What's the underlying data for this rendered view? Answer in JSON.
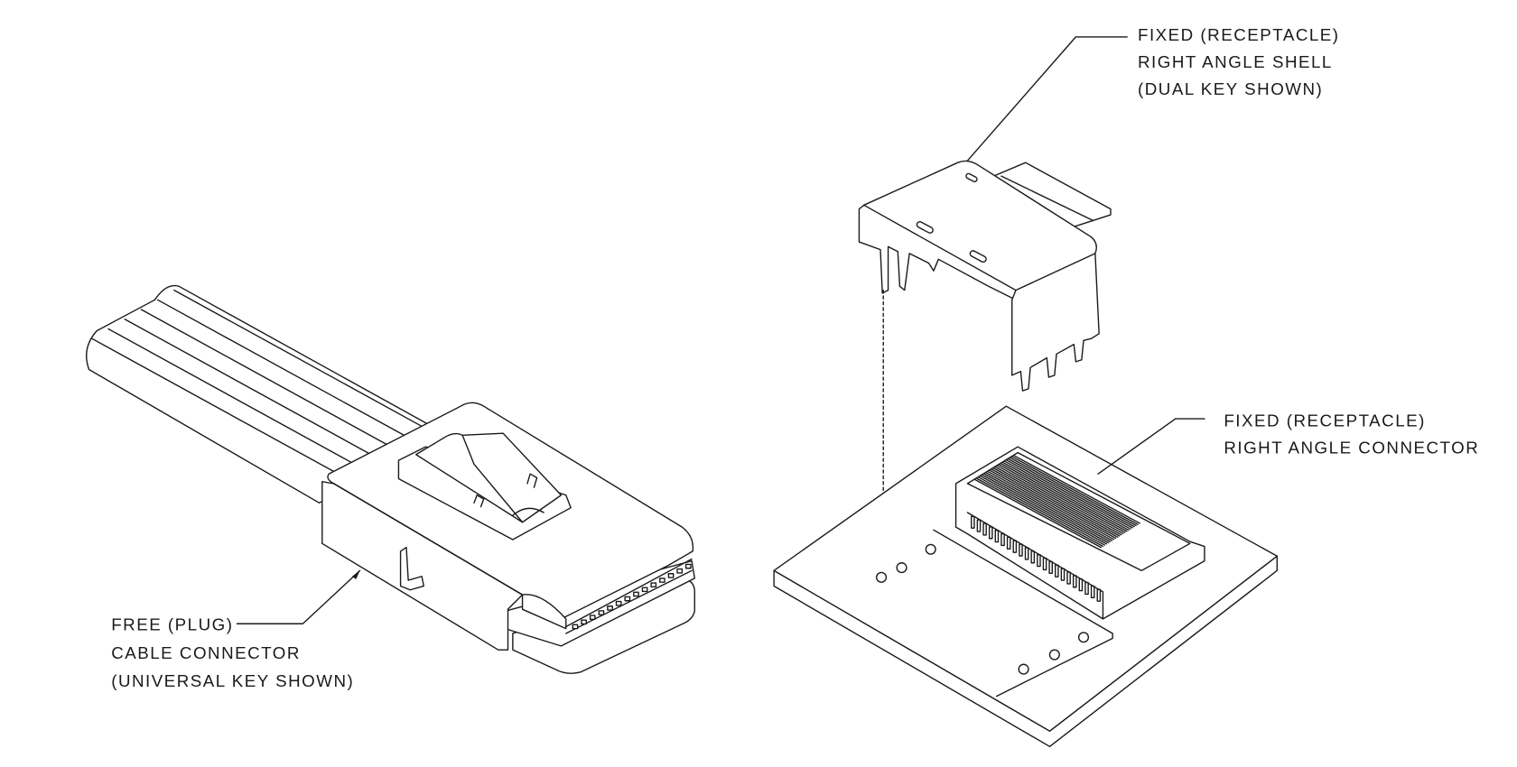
{
  "labels": {
    "plug": {
      "line1": "FREE (PLUG)",
      "line2": "CABLE CONNECTOR",
      "line3": "(UNIVERSAL KEY SHOWN)"
    },
    "shell": {
      "line1": "FIXED (RECEPTACLE)",
      "line2": "RIGHT ANGLE SHELL",
      "line3": "(DUAL KEY SHOWN)"
    },
    "receptacle": {
      "line1": "FIXED (RECEPTACLE)",
      "line2": "RIGHT ANGLE CONNECTOR"
    }
  }
}
